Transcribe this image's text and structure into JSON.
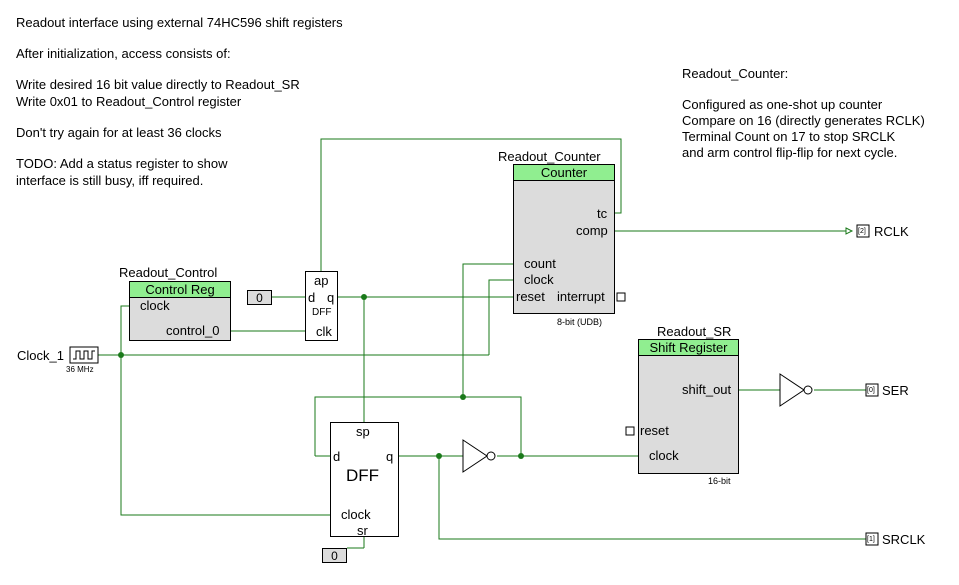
{
  "notes": {
    "line1": "Readout interface using external 74HC596 shift registers",
    "line2": "After initialization, access consists of:",
    "line3": "Write desired 16 bit value directly to Readout_SR",
    "line4": "Write 0x01 to Readout_Control register",
    "line5": "Don't try again for at least 36 clocks",
    "line6": "TODO: Add a status register to show",
    "line7": "interface is still busy, iff required."
  },
  "counter_notes": {
    "title": "Readout_Counter:",
    "line1": "Configured as one-shot up counter",
    "line2": "Compare on 16 (directly generates RCLK)",
    "line3": "Terminal Count on 17 to stop SRCLK",
    "line4": "and arm control flip-flip for next cycle."
  },
  "counter": {
    "instance": "Readout_Counter",
    "type": "Counter",
    "pin_tc": "tc",
    "pin_comp": "comp",
    "pin_count": "count",
    "pin_clock": "clock",
    "pin_reset": "reset",
    "pin_interrupt": "interrupt",
    "footer": "8-bit (UDB)"
  },
  "control": {
    "instance": "Readout_Control",
    "type": "Control Reg",
    "pin_clock": "clock",
    "pin_out": "control_0"
  },
  "shift_reg": {
    "instance": "Readout_SR",
    "type": "Shift Register",
    "pin_shift_out": "shift_out",
    "pin_reset": "reset",
    "pin_clock": "clock",
    "footer": "16-bit"
  },
  "dff_small": {
    "pin_ap": "ap",
    "pin_d": "d",
    "pin_q": "q",
    "label": "DFF",
    "pin_clk": "clk"
  },
  "dff_large": {
    "pin_sp": "sp",
    "pin_d": "d",
    "pin_q": "q",
    "label": "DFF",
    "pin_clock": "clock",
    "pin_sr": "sr"
  },
  "clock": {
    "name": "Clock_1",
    "freq": "36 MHz"
  },
  "constants": {
    "dff_small_d": "0",
    "dff_large_sr": "0"
  },
  "outputs": {
    "rclk": "RCLK",
    "ser": "SER",
    "srclk": "SRCLK",
    "rclk_pin": "[2]",
    "ser_pin": "[0]",
    "srclk_pin": "[1]"
  },
  "colors": {
    "wire": "#1a7a1a",
    "block_fill": "#dcdcdc",
    "header_fill": "#90ee90"
  }
}
